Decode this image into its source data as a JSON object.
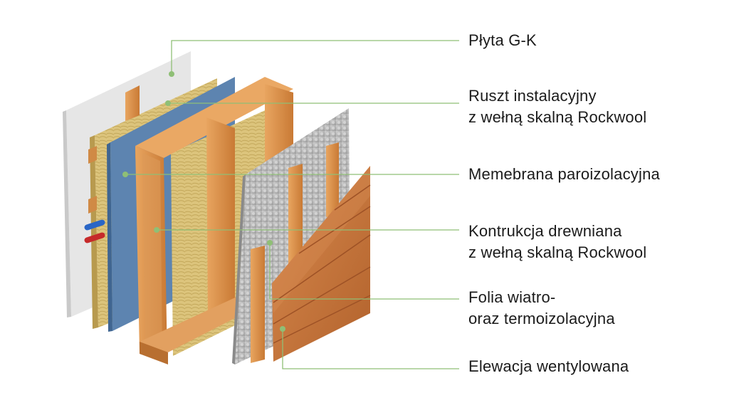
{
  "labels": [
    {
      "id": "plyta",
      "lines": [
        "Płyta G-K"
      ]
    },
    {
      "id": "ruszt",
      "lines": [
        "Ruszt instalacyjny",
        "z wełną skalną Rockwool"
      ]
    },
    {
      "id": "membrana",
      "lines": [
        "Memebrana paroizolacyjna"
      ]
    },
    {
      "id": "konstrukcja",
      "lines": [
        "Kontrukcja drewniana",
        "z wełną skalną Rockwool"
      ]
    },
    {
      "id": "folia",
      "lines": [
        "Folia wiatro-",
        "oraz termoizolacyjna"
      ]
    },
    {
      "id": "elewacja",
      "lines": [
        "Elewacja wentylowana"
      ]
    }
  ],
  "colors": {
    "leader": "#8fbf76",
    "drywall": "#e3e3e3",
    "wool": "#d8c27a",
    "membrane": "#5b82ad",
    "wood": "#d9934c",
    "foil": "#b8b8b8",
    "cladding": "#c9743c"
  }
}
